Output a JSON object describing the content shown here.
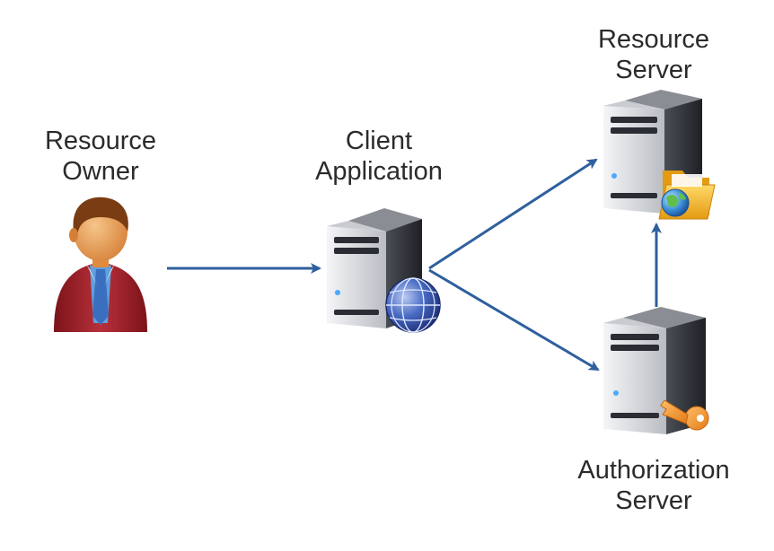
{
  "nodes": {
    "resource_owner": {
      "line1": "Resource",
      "line2": "Owner"
    },
    "client_application": {
      "line1": "Client",
      "line2": "Application"
    },
    "resource_server": {
      "line1": "Resource",
      "line2": "Server"
    },
    "authorization_server": {
      "line1": "Authorization",
      "line2": "Server"
    }
  },
  "edges": [
    {
      "from": "resource_owner",
      "to": "client_application"
    },
    {
      "from": "client_application",
      "to": "resource_server"
    },
    {
      "from": "client_application",
      "to": "authorization_server"
    },
    {
      "from": "authorization_server",
      "to": "resource_server"
    }
  ],
  "colors": {
    "arrow": "#2f5f9e",
    "server_body": "#d9dbdf",
    "server_dark": "#2a2d33",
    "person_suit": "#a3222a",
    "person_shirt": "#5fa0e0",
    "person_skin": "#e89a52",
    "person_hair": "#7a3c12",
    "globe": "#3d5fb8",
    "folder": "#f2b72d",
    "key": "#f0922e"
  },
  "icons": {
    "resource_owner": "person-icon",
    "client_application": "server-globe-icon",
    "resource_server": "server-folder-icon",
    "authorization_server": "server-key-icon"
  }
}
